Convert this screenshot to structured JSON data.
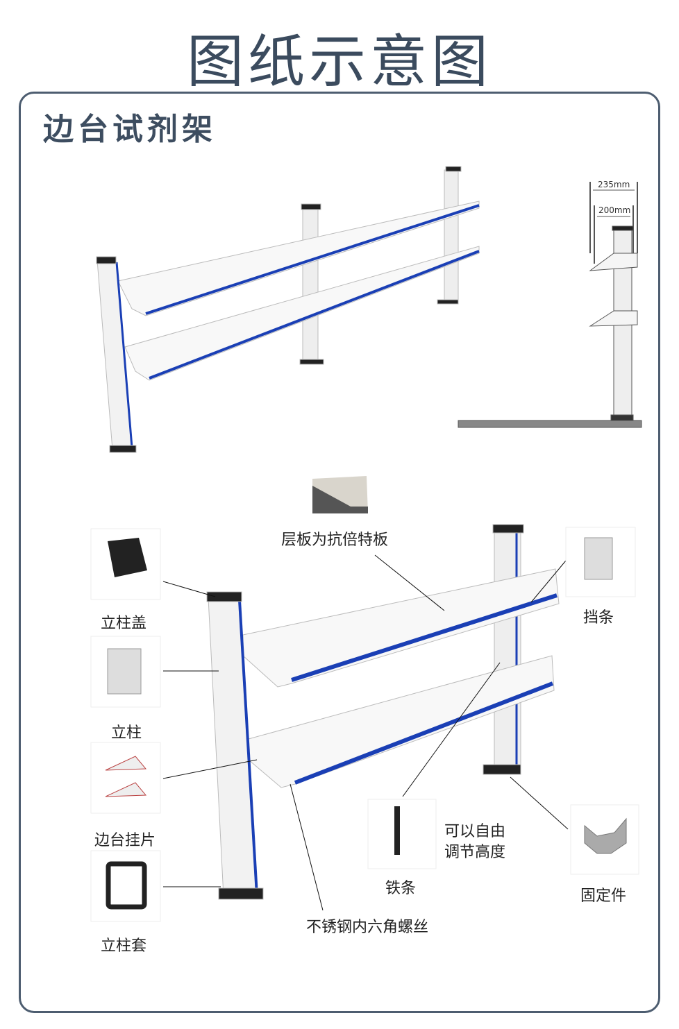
{
  "title": "图纸示意图",
  "subtitle": "边台试剂架",
  "side_view": {
    "outer_width": "235mm",
    "inner_width": "200mm"
  },
  "parts": {
    "shelf_board": "层板为抗倍特板",
    "post_cap": "立柱盖",
    "post": "立柱",
    "bracket": "边台挂片",
    "post_sleeve": "立柱套",
    "edge_strip": "挡条",
    "iron_strip": "铁条",
    "adjustable_note_1": "可以自由",
    "adjustable_note_2": "调节高度",
    "fixing_piece": "固定件",
    "screw": "不锈钢内六角螺丝"
  },
  "colors": {
    "accent": "#1a3fb5",
    "frame": "#4d5d70",
    "title": "#3b4b5e"
  }
}
